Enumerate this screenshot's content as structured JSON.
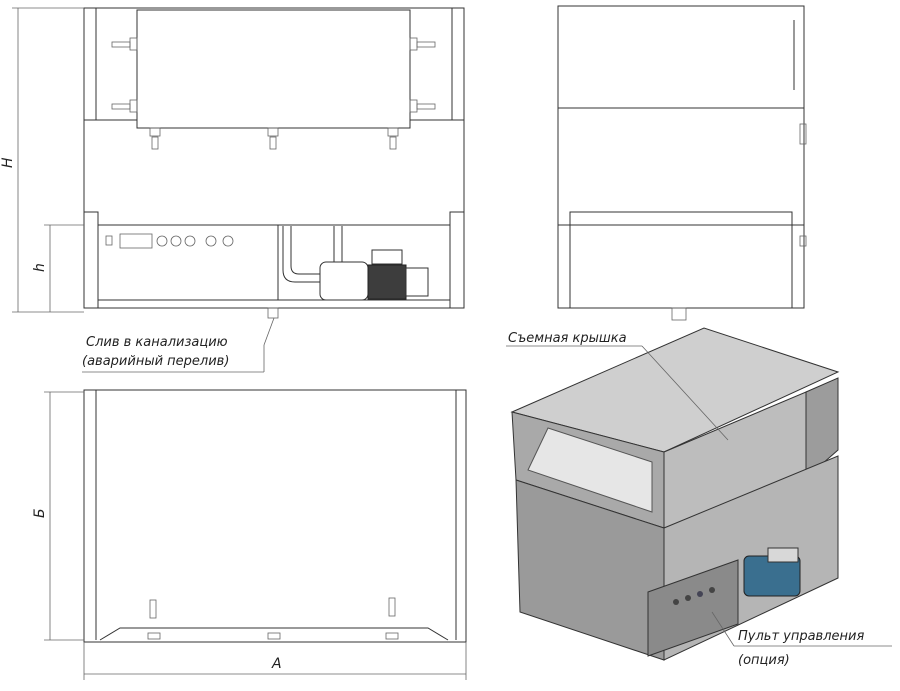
{
  "labels": {
    "drain_line1": "Слив в канализацию",
    "drain_line2": "(аварийный перелив)",
    "lid": "Съемная крышка",
    "control_line1": "Пульт управления",
    "control_line2": "(опция)"
  },
  "dimensions": {
    "total_height": "H",
    "lower_height": "h",
    "depth": "Б",
    "width": "A"
  },
  "colors": {
    "line": "#333333",
    "steel_light": "#cfcfcf",
    "steel_mid": "#a9a9a9",
    "steel_dark": "#8a8a8a",
    "pump_blue": "#3a6f8f"
  }
}
